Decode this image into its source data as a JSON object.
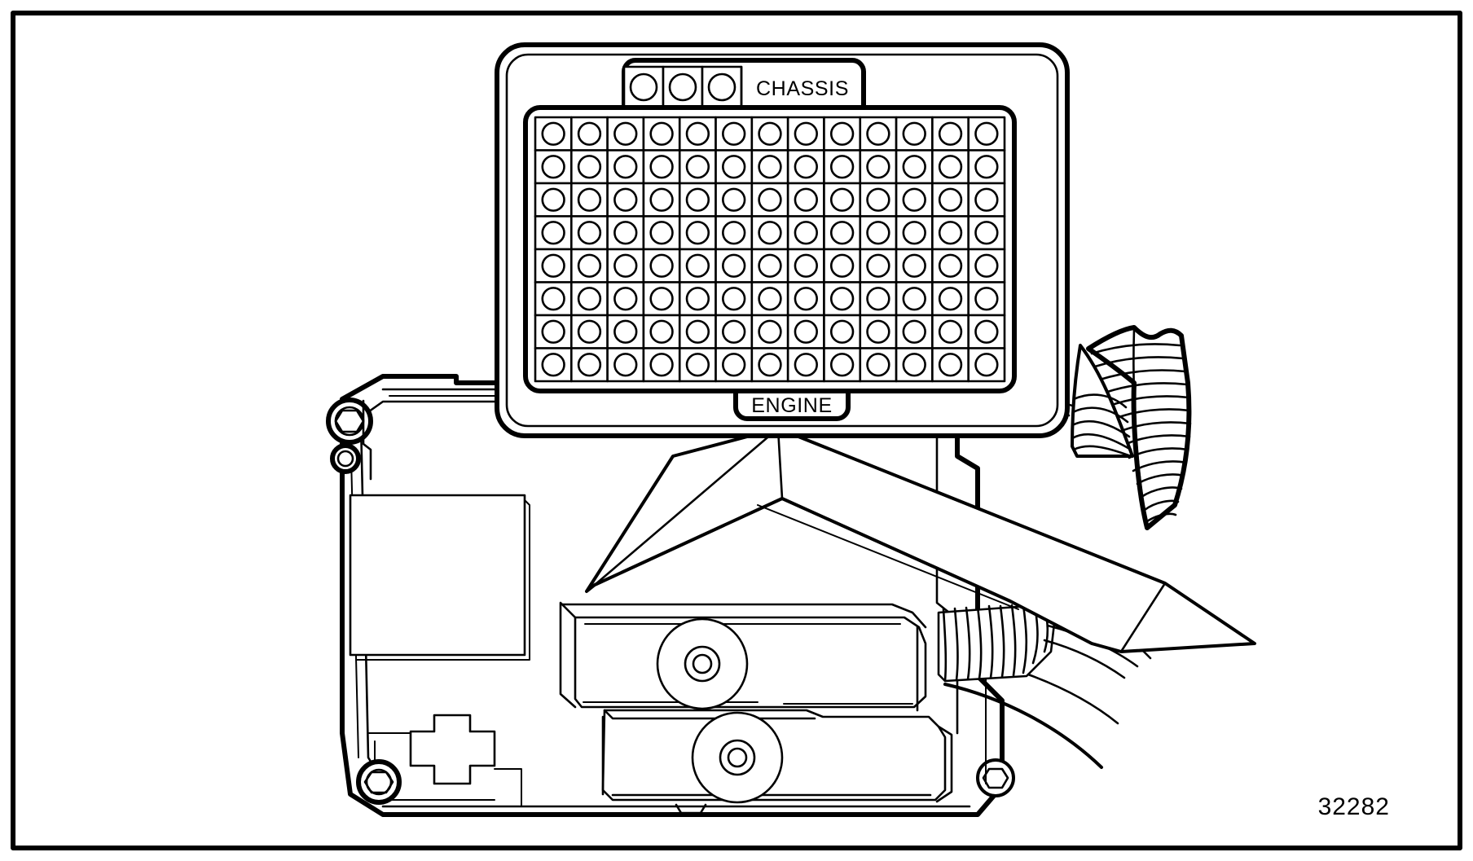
{
  "document": {
    "type": "technical-line-diagram",
    "subject": "Fuse and relay panel with wiring harness assembly",
    "reference_number": "32282",
    "border": {
      "color": "#000000",
      "style": "rectangular-frame"
    }
  },
  "fuse_panel": {
    "name": "fuse-relay-panel",
    "top_tab": {
      "label": "CHASSIS",
      "circle_count": 3
    },
    "bottom_tab": {
      "label": "ENGINE"
    },
    "grid": {
      "columns": 13,
      "rows": 8,
      "cell_shape": "square-with-circle",
      "total_cells": 104
    }
  },
  "housing": {
    "name": "junction-box-housing",
    "features": [
      "mounting-boss-upper-left",
      "small-pin-upper-left",
      "rectangular-recess-panel",
      "cross-shaped-cutout",
      "mounting-boss-lower-left",
      "mounting-boss-lower-right"
    ]
  },
  "modules": [
    {
      "name": "upper-relay-module",
      "boss": "circular-boss-with-center-hole"
    },
    {
      "name": "lower-relay-module",
      "boss": "circular-boss-with-center-hole"
    }
  ],
  "conduits": [
    {
      "name": "upper-right-corrugated-conduit",
      "ribs": 14
    },
    {
      "name": "upper-right-small-corrugated-conduit",
      "ribs": 8
    },
    {
      "name": "lower-right-corrugated-conduit",
      "ribs": 13
    }
  ],
  "cover": {
    "name": "folded-cover-flap",
    "description": "peeled-back protective cover sheet"
  },
  "colors": {
    "line": "#000000",
    "fill": "#ffffff",
    "background": "#ffffff"
  }
}
